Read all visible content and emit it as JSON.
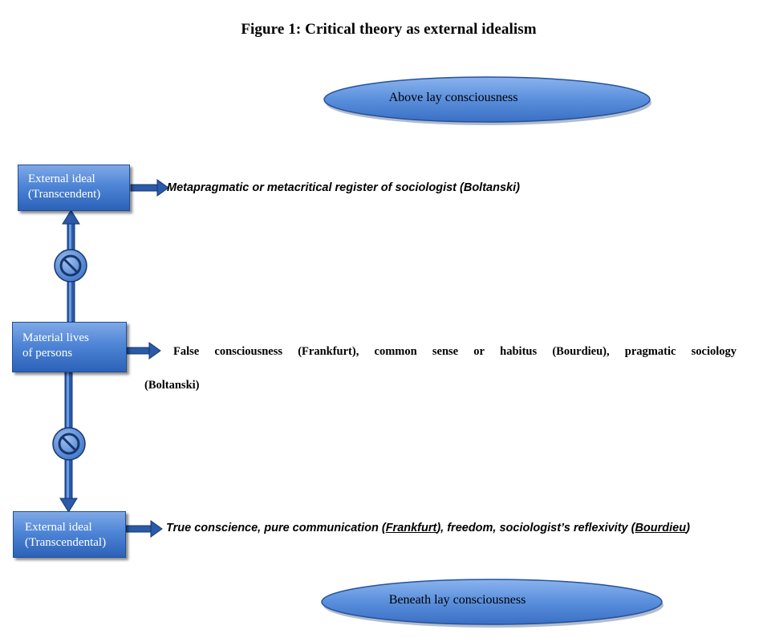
{
  "figure": {
    "title": "Figure 1:  Critical theory as external idealism"
  },
  "ellipses": {
    "top": "Above lay consciousness",
    "bottom": "Beneath lay consciousness"
  },
  "boxes": {
    "top": {
      "line1": "External ideal",
      "line2": "(Transcendent)"
    },
    "middle": {
      "line1": "Material lives",
      "line2": "of persons"
    },
    "bottom": {
      "line1": "External ideal",
      "line2": "(Transcendental)"
    }
  },
  "notes": {
    "top": "Metapragmatic or metacritical register of sociologist (Boltanski)",
    "middle": {
      "words": [
        "False",
        "consciousness",
        "(Frankfurt),",
        "common",
        "sense",
        "or",
        "habitus",
        "(Bourdieu),",
        "pragmatic",
        "sociology"
      ],
      "line2": "(Boltanski)"
    },
    "bottom": {
      "part1": "True conscience, pure communication (",
      "link1": "Frankfurt",
      "part2": "), freedom, sociologist’s reflexivity (",
      "link2": "Bourdieu",
      "part3": ")"
    }
  },
  "colors": {
    "shape_fill": "#4f85d6",
    "shape_border": "#1f4f99",
    "box_text": "#ffffff",
    "text": "#000000"
  },
  "icons": {
    "blocked": "no-entry-icon",
    "arrow": "right-arrow-icon"
  }
}
